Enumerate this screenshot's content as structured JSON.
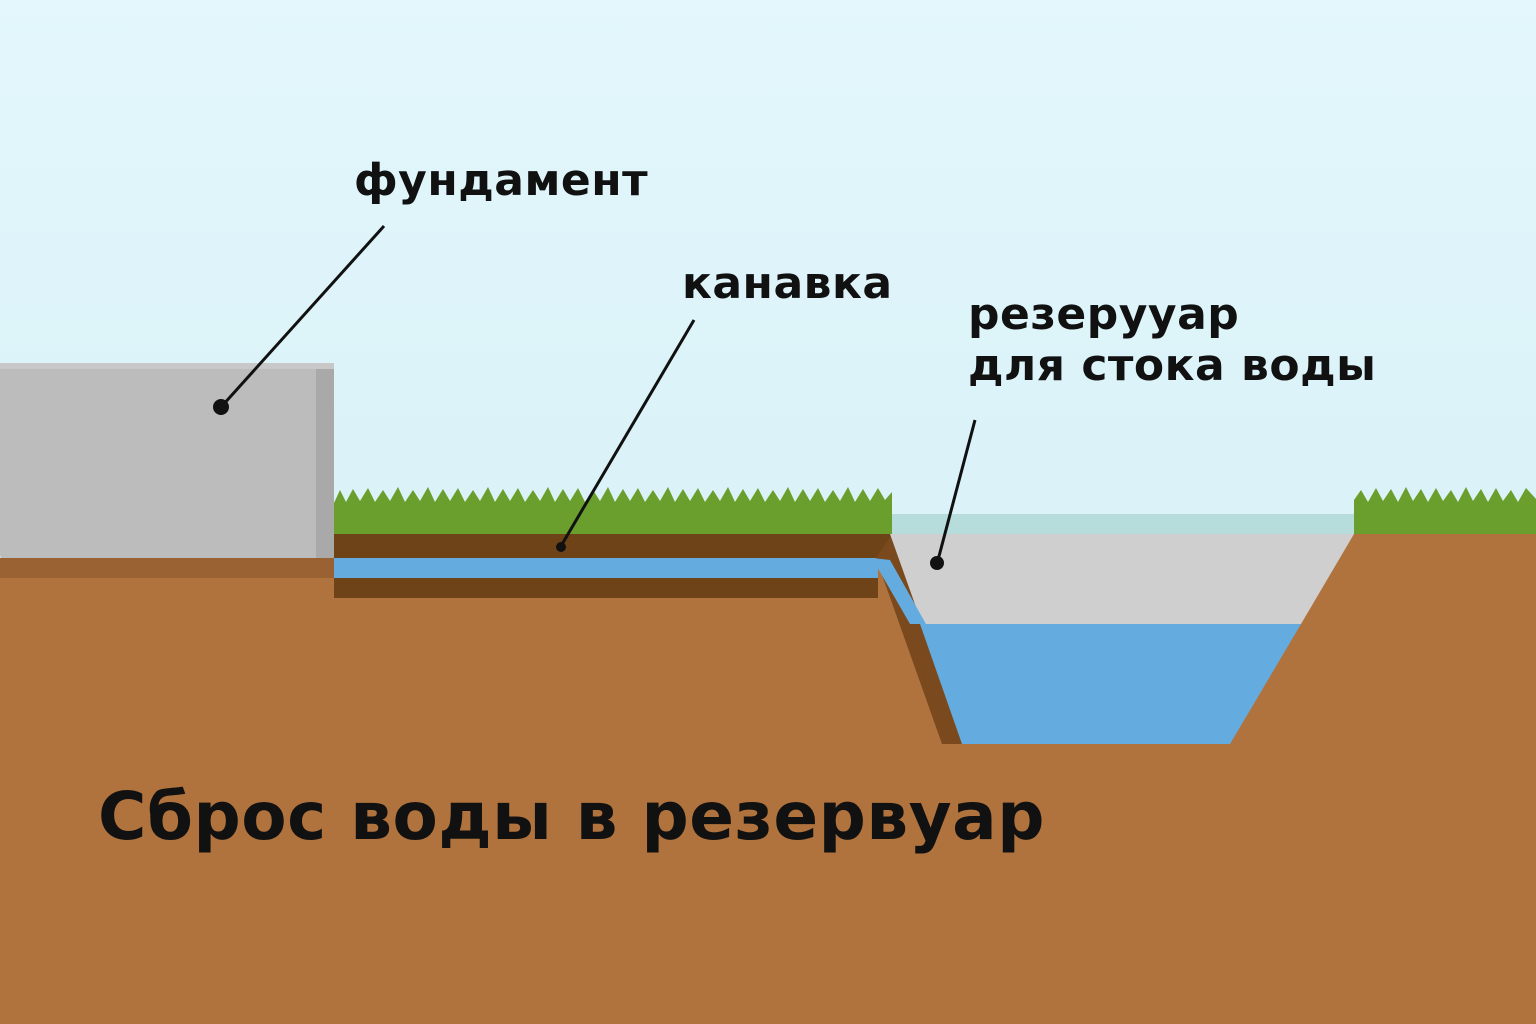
{
  "labels": {
    "foundation": "фундамент",
    "ditch": "канавка",
    "reservoir_line1": "резерууар",
    "reservoir_line2": "для стока воды"
  },
  "title": "Сброс воды в резервуар",
  "colors": {
    "sky": "#dff5fb",
    "soil": "#b1733d",
    "dark_soil": "#6e4318",
    "grass": "#6a9f2e",
    "foundation": "#bfbfbf",
    "water": "#64ace0",
    "gravel": "#cfcfcf",
    "text": "#111111"
  }
}
